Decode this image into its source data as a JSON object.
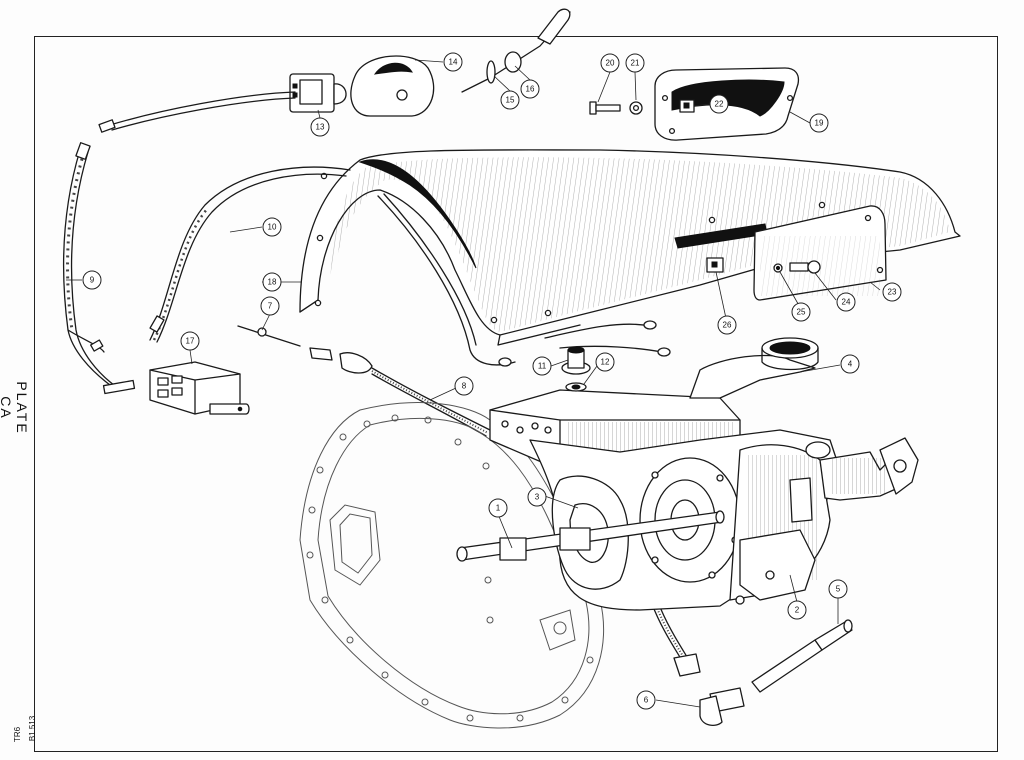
{
  "plate_title": "PLATE CA",
  "plate_code": "B1 513",
  "model_code": "TR6",
  "callouts": [
    {
      "label": "1"
    },
    {
      "label": "2"
    },
    {
      "label": "3"
    },
    {
      "label": "4"
    },
    {
      "label": "5"
    },
    {
      "label": "6"
    },
    {
      "label": "7"
    },
    {
      "label": "8"
    },
    {
      "label": "9"
    },
    {
      "label": "10"
    },
    {
      "label": "11"
    },
    {
      "label": "12"
    },
    {
      "label": "13"
    },
    {
      "label": "14"
    },
    {
      "label": "15"
    },
    {
      "label": "16"
    },
    {
      "label": "17"
    },
    {
      "label": "18"
    },
    {
      "label": "19"
    },
    {
      "label": "20"
    },
    {
      "label": "21"
    },
    {
      "label": "22"
    },
    {
      "label": "23"
    },
    {
      "label": "24"
    },
    {
      "label": "25"
    },
    {
      "label": "26"
    }
  ]
}
